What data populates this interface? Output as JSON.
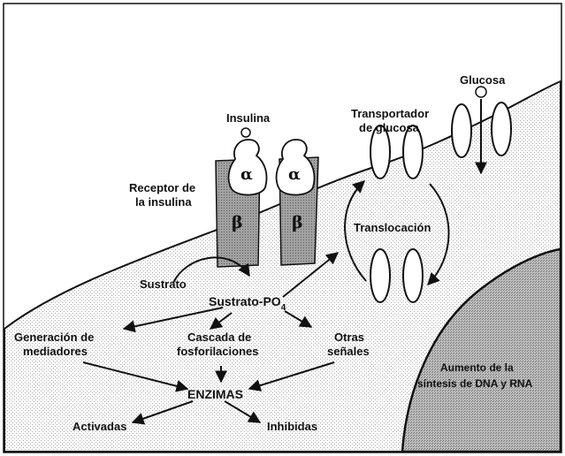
{
  "labels": {
    "insulina": "Insulina",
    "receptor_line1": "Receptor de",
    "receptor_line2": "la insulina",
    "alpha": "α",
    "beta": "β",
    "transportador_line1": "Transportador",
    "transportador_line2": "de glucosa",
    "glucosa": "Glucosa",
    "translocacion": "Translocación",
    "sustrato": "Sustrato",
    "sustrato_po4": "Sustrato-PO",
    "po4_subscript": "4",
    "generacion_line1": "Generación de",
    "generacion_line2": "mediadores",
    "cascada_line1": "Cascada de",
    "cascada_line2": "fosforilaciones",
    "otras_line1": "Otras",
    "otras_line2": "señales",
    "enzimas": "ENZIMAS",
    "activadas": "Activadas",
    "inhibidas": "Inhibidas",
    "aumento_line1": "Aumento de la",
    "aumento_line2": "síntesis de DNA y RNA"
  },
  "colors": {
    "stipple": "#b4b4b4",
    "nucleus_stipple": "#8c8c8c",
    "receptor_fill": "#9a9a9a",
    "line": "#111111"
  }
}
